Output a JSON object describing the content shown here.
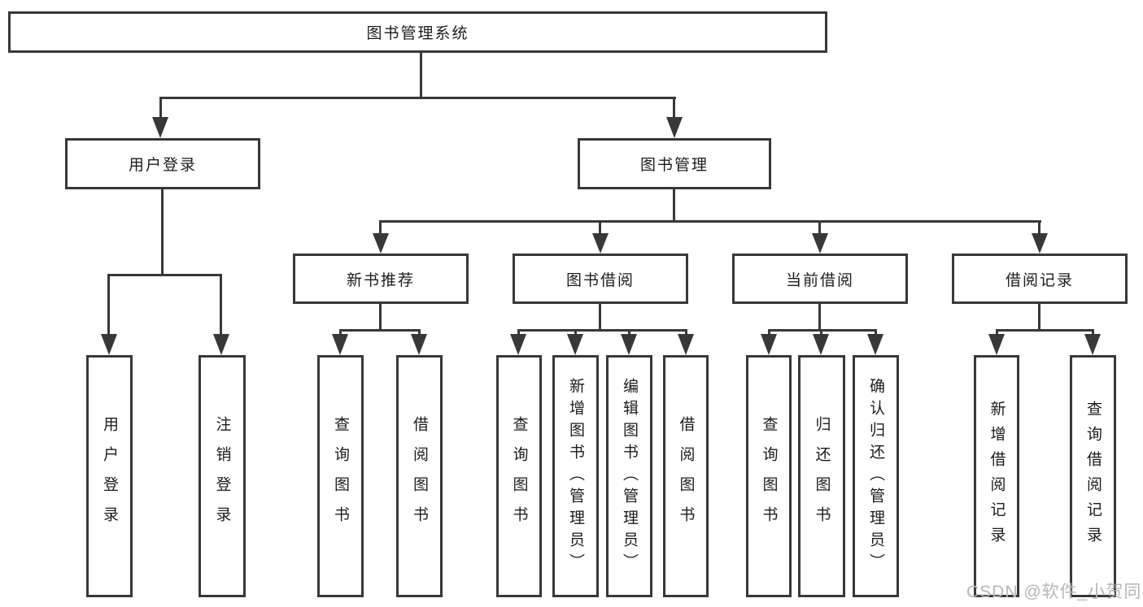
{
  "diagram_type": "hierarchy-tree",
  "colors": {
    "line": "#383838",
    "text": "#1c1c1c",
    "background": "#ffffff",
    "watermark": "#b3b7ba"
  },
  "tree": {
    "label": "图书管理系统",
    "children": [
      {
        "label": "用户登录",
        "children": [
          {
            "label": "用户登录"
          },
          {
            "label": "注销登录"
          }
        ]
      },
      {
        "label": "图书管理",
        "children": [
          {
            "label": "新书推荐",
            "children": [
              {
                "label": "查询图书"
              },
              {
                "label": "借阅图书"
              }
            ]
          },
          {
            "label": "图书借阅",
            "children": [
              {
                "label": "查询图书"
              },
              {
                "label": "新增图书（管理员）"
              },
              {
                "label": "编辑图书（管理员）"
              },
              {
                "label": "借阅图书"
              }
            ]
          },
          {
            "label": "当前借阅",
            "children": [
              {
                "label": "查询图书"
              },
              {
                "label": "归还图书"
              },
              {
                "label": "确认归还（管理员）"
              }
            ]
          },
          {
            "label": "借阅记录",
            "children": [
              {
                "label": "新增借阅记录"
              },
              {
                "label": "查询借阅记录"
              }
            ]
          }
        ]
      }
    ]
  },
  "watermark": {
    "text": "CSDN @软件_小贺同学"
  }
}
